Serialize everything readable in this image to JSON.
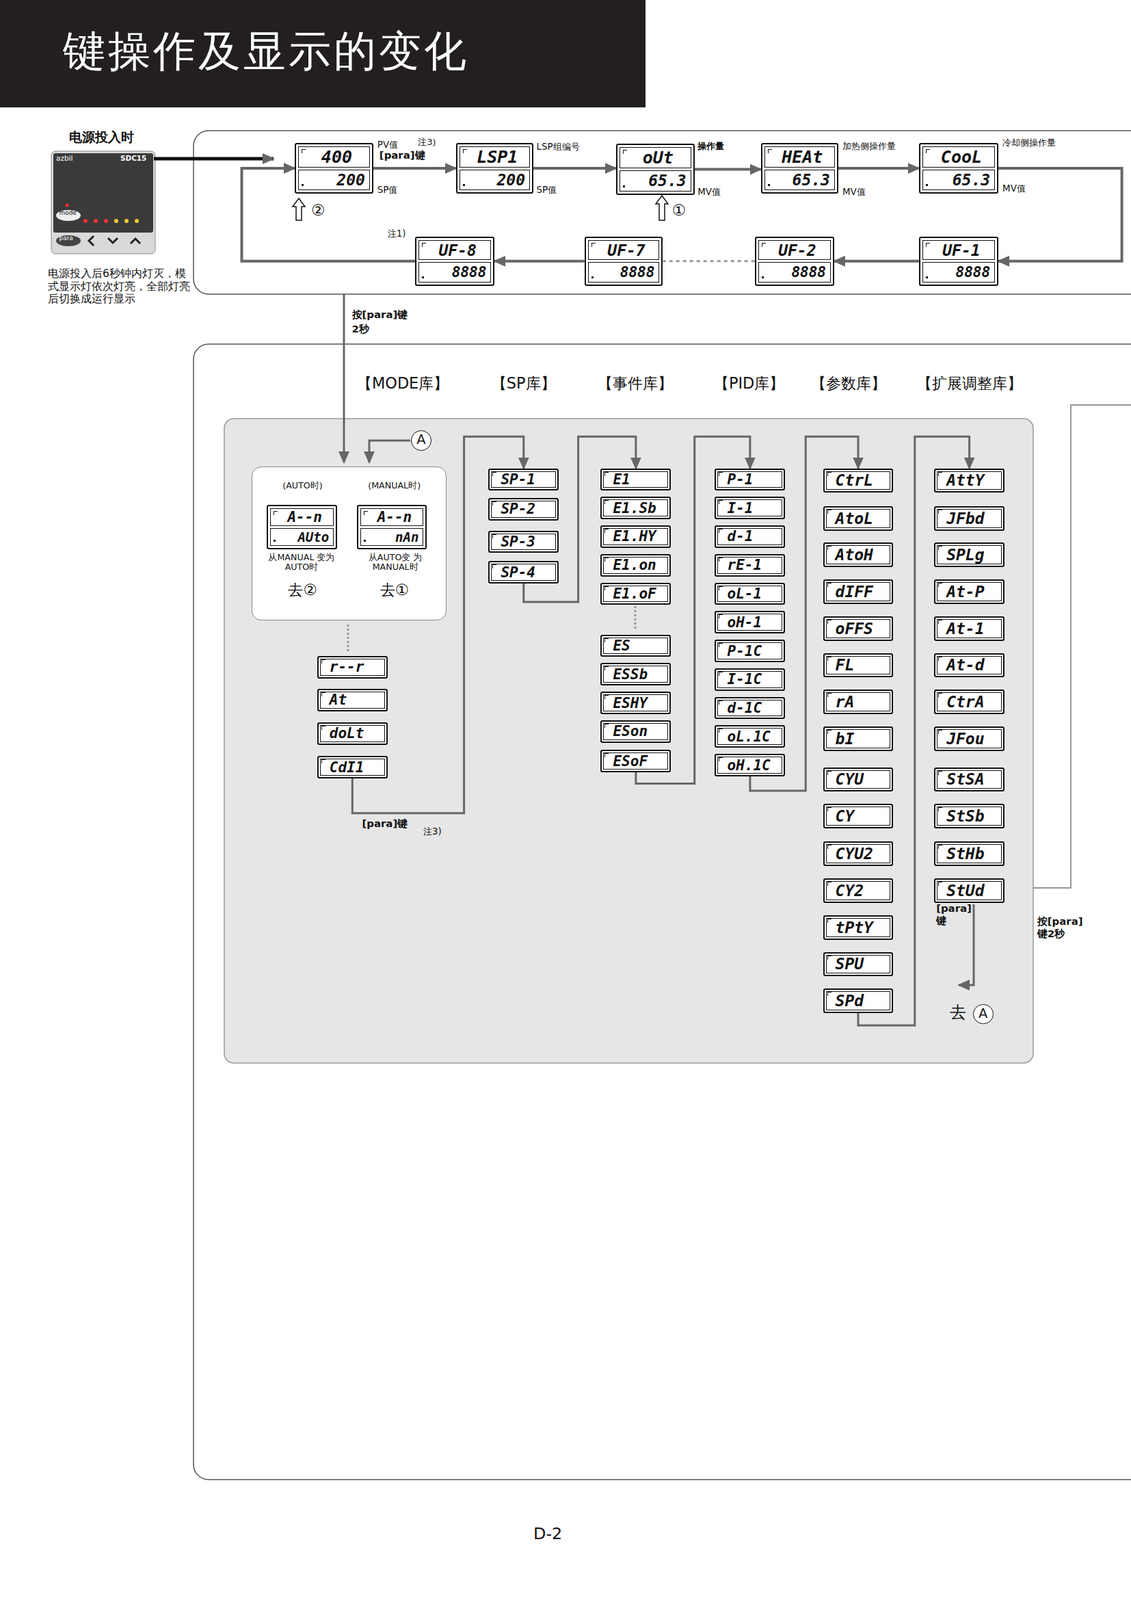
{
  "diagram": {
    "title": "键操作及显示的变化",
    "nodes": [
      {
        "text": [
          "400",
          "200"
        ]
      },
      {
        "text": [
          "LSP1",
          "200"
        ]
      },
      {
        "text": [
          "oUt",
          "65.3"
        ]
      },
      {
        "text": [
          "HEAt",
          "65.3"
        ]
      },
      {
        "text": [
          "CooL",
          "65.3"
        ]
      },
      {
        "text": [
          "UF-8",
          "8888"
        ]
      },
      {
        "text": [
          "UF-7",
          "8888"
        ]
      },
      {
        "text": [
          "UF-2",
          "8888"
        ]
      },
      {
        "text": [
          "UF-1",
          "8888"
        ]
      },
      {
        "text": [
          "(AUTO时)",
          "(MANUAL时)",
          "从MANUAL 变为AUTO时",
          "去②",
          "从AUTO变 为MANUAL时",
          "去①"
        ]
      },
      {
        "text": [
          "A--n",
          "AUto"
        ],
        "in": 9
      },
      {
        "text": [
          "A--n",
          "nAn"
        ],
        "in": 9
      },
      {
        "text": [
          "r--r"
        ]
      },
      {
        "text": [
          "At"
        ]
      },
      {
        "text": [
          "doLt"
        ]
      },
      {
        "text": [
          "CdI1"
        ]
      },
      {
        "text": [
          "SP-1"
        ]
      },
      {
        "text": [
          "SP-2"
        ]
      },
      {
        "text": [
          "SP-3"
        ]
      },
      {
        "text": [
          "SP-4"
        ]
      },
      {
        "text": [
          "E1"
        ]
      },
      {
        "text": [
          "E1.Sb"
        ]
      },
      {
        "text": [
          "E1.HY"
        ]
      },
      {
        "text": [
          "E1.on"
        ]
      },
      {
        "text": [
          "E1.oF"
        ]
      },
      {
        "text": [
          "ES"
        ]
      },
      {
        "text": [
          "ESSb"
        ]
      },
      {
        "text": [
          "ESHY"
        ]
      },
      {
        "text": [
          "ESon"
        ]
      },
      {
        "text": [
          "ESoF"
        ]
      },
      {
        "text": [
          "P-1"
        ]
      },
      {
        "text": [
          "I-1"
        ]
      },
      {
        "text": [
          "d-1"
        ]
      },
      {
        "text": [
          "rE-1"
        ]
      },
      {
        "text": [
          "oL-1"
        ]
      },
      {
        "text": [
          "oH-1"
        ]
      },
      {
        "text": [
          "P-1C"
        ]
      },
      {
        "text": [
          "I-1C"
        ]
      },
      {
        "text": [
          "d-1C"
        ]
      },
      {
        "text": [
          "oL.1C"
        ]
      },
      {
        "text": [
          "oH.1C"
        ]
      },
      {
        "text": [
          "CtrL"
        ]
      },
      {
        "text": [
          "AtoL"
        ]
      },
      {
        "text": [
          "AtoH"
        ]
      },
      {
        "text": [
          "dIFF"
        ]
      },
      {
        "text": [
          "oFFS"
        ]
      },
      {
        "text": [
          "FL"
        ]
      },
      {
        "text": [
          "rA"
        ]
      },
      {
        "text": [
          "bI"
        ]
      },
      {
        "text": [
          "CYU"
        ]
      },
      {
        "text": [
          "CY"
        ]
      },
      {
        "text": [
          "CYU2"
        ]
      },
      {
        "text": [
          "CY2"
        ]
      },
      {
        "text": [
          "tPtY"
        ]
      },
      {
        "text": [
          "SPU"
        ]
      },
      {
        "text": [
          "SPd"
        ]
      },
      {
        "text": [
          "AttY"
        ]
      },
      {
        "text": [
          "JFbd"
        ]
      },
      {
        "text": [
          "SPLg"
        ]
      },
      {
        "text": [
          "At-P"
        ]
      },
      {
        "text": [
          "At-1"
        ]
      },
      {
        "text": [
          "At-d"
        ]
      },
      {
        "text": [
          "CtrA"
        ]
      },
      {
        "text": [
          "JFou"
        ]
      },
      {
        "text": [
          "StSA"
        ]
      },
      {
        "text": [
          "StSb"
        ]
      },
      {
        "text": [
          "StHb"
        ]
      },
      {
        "text": [
          "StUd"
        ]
      }
    ],
    "edges": [
      {
        "from": 0,
        "to": 1,
        "arrow": "to"
      },
      {
        "from": 1,
        "to": 2,
        "arrow": "to"
      },
      {
        "from": 2,
        "to": 3,
        "arrow": "to"
      },
      {
        "from": 3,
        "to": 4,
        "arrow": "to"
      },
      {
        "from": 4,
        "to": 8,
        "arrow": "to"
      },
      {
        "from": 8,
        "to": 7,
        "arrow": "to"
      },
      {
        "from": 7,
        "to": 6,
        "arrow": "none"
      },
      {
        "from": 6,
        "to": 5,
        "arrow": "to"
      },
      {
        "from": 5,
        "to": 0,
        "arrow": "to"
      },
      {
        "from": 15,
        "to": 16,
        "arrow": "to"
      },
      {
        "from": 19,
        "to": 20,
        "arrow": "to"
      },
      {
        "from": 29,
        "to": 30,
        "arrow": "to"
      },
      {
        "from": 40,
        "to": 41,
        "arrow": "to"
      },
      {
        "from": 55,
        "to": 56,
        "arrow": "to"
      }
    ],
    "labels": [
      "电源投入时",
      "azbil",
      "SDC15",
      "mode",
      "para",
      "电源投入后6秒钟内灯灭，模式显示灯依次灯亮，全部灯亮后切换成运行显示",
      "PV值",
      "注3)",
      "[para]键",
      "SP值",
      "②",
      "LSP组编号",
      "SP值",
      "操作量",
      "MV值",
      "①",
      "加热侧操作量",
      "MV值",
      "冷却侧操作量",
      "MV值",
      "注1)",
      "按[para]键",
      "2秒",
      "【MODE库】",
      "【SP库】",
      "【事件库】",
      "【PID库】",
      "【参数库】",
      "【扩展调整库】",
      "A",
      "[para]键",
      "注3)",
      "[para] 键",
      "去",
      "A",
      "按[para] 键2秒",
      "D-2"
    ]
  }
}
